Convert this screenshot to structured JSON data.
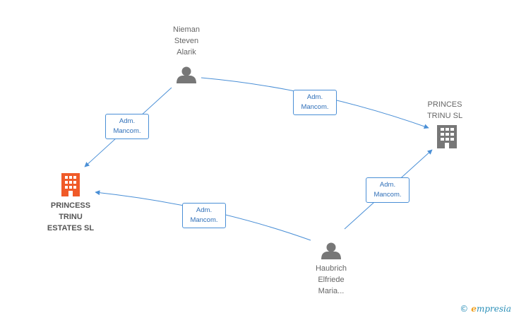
{
  "colors": {
    "edge": "#4a8fd6",
    "person_icon": "#777777",
    "company_main": "#f05a28",
    "company_other": "#777777"
  },
  "nodes": {
    "nieman": {
      "label": "Nieman\nSteven\nAlarik",
      "icon": "person-icon"
    },
    "haubrich": {
      "label": "Haubrich\nElfriede\nMaria...",
      "icon": "person-icon"
    },
    "princess_trinu": {
      "label": "PRINCESS\nTRINU\nESTATES SL",
      "icon": "building-icon"
    },
    "princes_trinu": {
      "label": "PRINCES\nTRINU SL",
      "icon": "building-icon"
    }
  },
  "edges": [
    {
      "from": "nieman",
      "to": "princess_trinu",
      "label": "Adm.\nMancom."
    },
    {
      "from": "nieman",
      "to": "princes_trinu",
      "label": "Adm.\nMancom."
    },
    {
      "from": "haubrich",
      "to": "princess_trinu",
      "label": "Adm.\nMancom."
    },
    {
      "from": "haubrich",
      "to": "princes_trinu",
      "label": "Adm.\nMancom."
    }
  ],
  "footer": {
    "copyright": "©",
    "brand_e": "e",
    "brand_rest": "mpresia"
  }
}
